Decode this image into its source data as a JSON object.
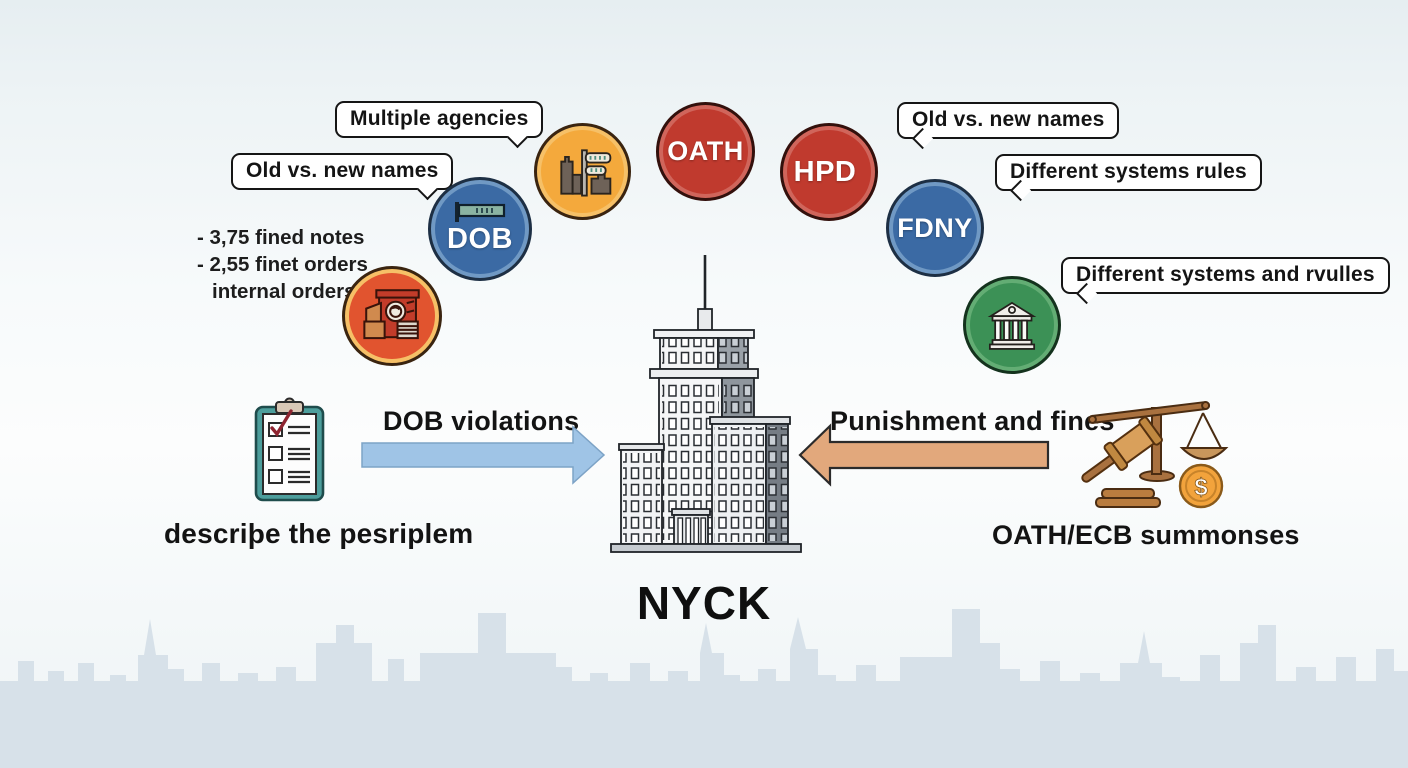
{
  "title": "NYCK",
  "speech_bubbles": {
    "multiple_agencies": "Multiple agencies",
    "old_vs_new_left": "Old vs. new names",
    "old_vs_new_right": "Old vs. new names",
    "different_systems_rules": "Different systems rules",
    "different_systems_and_rules": "Different systems and rvulles"
  },
  "violation_notes": {
    "line1": "- 3,75 fined notes",
    "line2": "- 2,55 finet orders",
    "line3": "internal orders"
  },
  "agency_circles": {
    "dob": {
      "label": "DOB",
      "fill": "#3b6aa4"
    },
    "oath": {
      "label": "OATH",
      "fill": "#c03a2e"
    },
    "hpd": {
      "label": "HPD",
      "fill": "#c03a2e"
    },
    "fdny": {
      "label": "FDNY",
      "fill": "#3b6aa4"
    },
    "city_signpost": {
      "icon": "city-signpost-icon",
      "fill": "#f4a93c"
    },
    "courthouse": {
      "icon": "courthouse-icon",
      "fill": "#3c9156"
    },
    "violation_machine": {
      "icon": "violation-machine-icon",
      "fill": "#f4a93c"
    }
  },
  "flow": {
    "left_icon": "clipboard-checklist-icon",
    "left_caption": "descriþe the pesriplem",
    "left_arrow_label": "DOB violations",
    "right_arrow_label": "Punishment and fines",
    "right_icon": "gavel-scales-coin-icon",
    "right_caption": "OATH/ECB summonses",
    "coin_symbol": "$"
  },
  "center": {
    "building": "nyc-skyscraper-illustration"
  },
  "colors": {
    "arrow_blue": "#9fc4e6",
    "arrow_orange": "#e2a87c",
    "circle_blue": "#3b6aa4",
    "circle_red": "#c03a2e",
    "circle_orange": "#f4a93c",
    "circle_green": "#3c9156",
    "skyline_silhouette": "#d7e1e9",
    "text": "#161616",
    "background_top": "#e6eef1"
  }
}
